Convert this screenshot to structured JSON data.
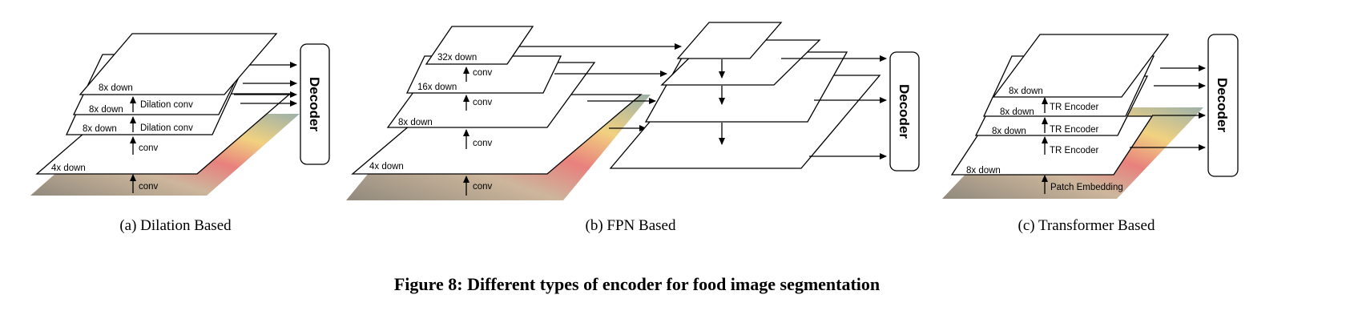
{
  "panels": [
    {
      "caption": "(a)  Dilation Based",
      "decoder": "Decoder",
      "levels": [
        "4x down",
        "8x down",
        "8x down",
        "8x down"
      ],
      "ops": [
        "conv",
        "conv",
        "Dilation conv",
        "Dilation conv"
      ]
    },
    {
      "caption": "(b)  FPN Based",
      "decoder": "Decoder",
      "levels": [
        "4x down",
        "8x down",
        "16x down",
        "32x down"
      ],
      "ops": [
        "conv",
        "conv",
        "conv",
        "conv"
      ]
    },
    {
      "caption": "(c)  Transformer Based",
      "decoder": "Decoder",
      "levels": [
        "8x down",
        "8x down",
        "8x down",
        "8x down"
      ],
      "ops": [
        "Patch Embedding",
        "TR Encoder",
        "TR Encoder",
        "TR Encoder"
      ]
    }
  ],
  "figure_title": "Figure 8: Different types of encoder for food image segmentation",
  "colors": {
    "stroke": "#000000",
    "plate": "#ffffff",
    "image_tint": [
      "#7d7566",
      "#c4a98a",
      "#e46a66",
      "#efc96a",
      "#8aa39a"
    ]
  }
}
